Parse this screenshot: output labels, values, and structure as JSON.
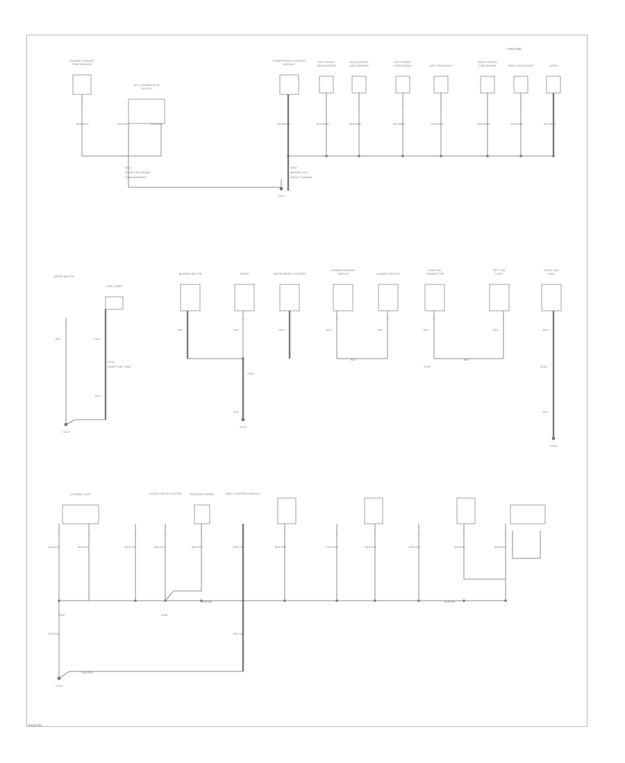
{
  "diagram": {
    "header_right": "GROUND",
    "footer_left": "GROUND",
    "wire_codes": [
      "BLK/WHT",
      "BLK",
      "BLK/YEL"
    ],
    "grounds": [
      "G101",
      "G102",
      "G103",
      "G104",
      "G105"
    ],
    "splices": [
      "S101",
      "S102",
      "S103",
      "S104",
      "S105",
      "S106",
      "S107",
      "S108"
    ],
    "component_labels": [
      "ENGINE COOLANT TEMP SENSOR",
      "A/C COMPRESSOR CLUTCH",
      "POWERTRAIN CONTROL MODULE",
      "LEFT FRONT SIDE MARKER",
      "RIGHT FRONT SIDE MARKER",
      "LEFT HEADLIGHT",
      "RIGHT HEADLIGHT",
      "LEFT FRONT TURN SIGNAL",
      "RIGHT FRONT TURN SIGNAL",
      "HORN",
      "WIPER MOTOR",
      "FUEL PUMP",
      "BLOWER MOTOR",
      "RADIO",
      "INSTRUMENT CLUSTER",
      "POWER WINDOW SWITCH",
      "HAZARD SWITCH",
      "DATA LINK CONNECTOR",
      "LEFT TAIL LIGHT",
      "RIGHT TAIL LIGHT",
      "LICENSE LIGHT",
      "DOOR LOCK ACTUATOR",
      "REAR DEFOGGER",
      "BODY CONTROL MODULE"
    ]
  }
}
